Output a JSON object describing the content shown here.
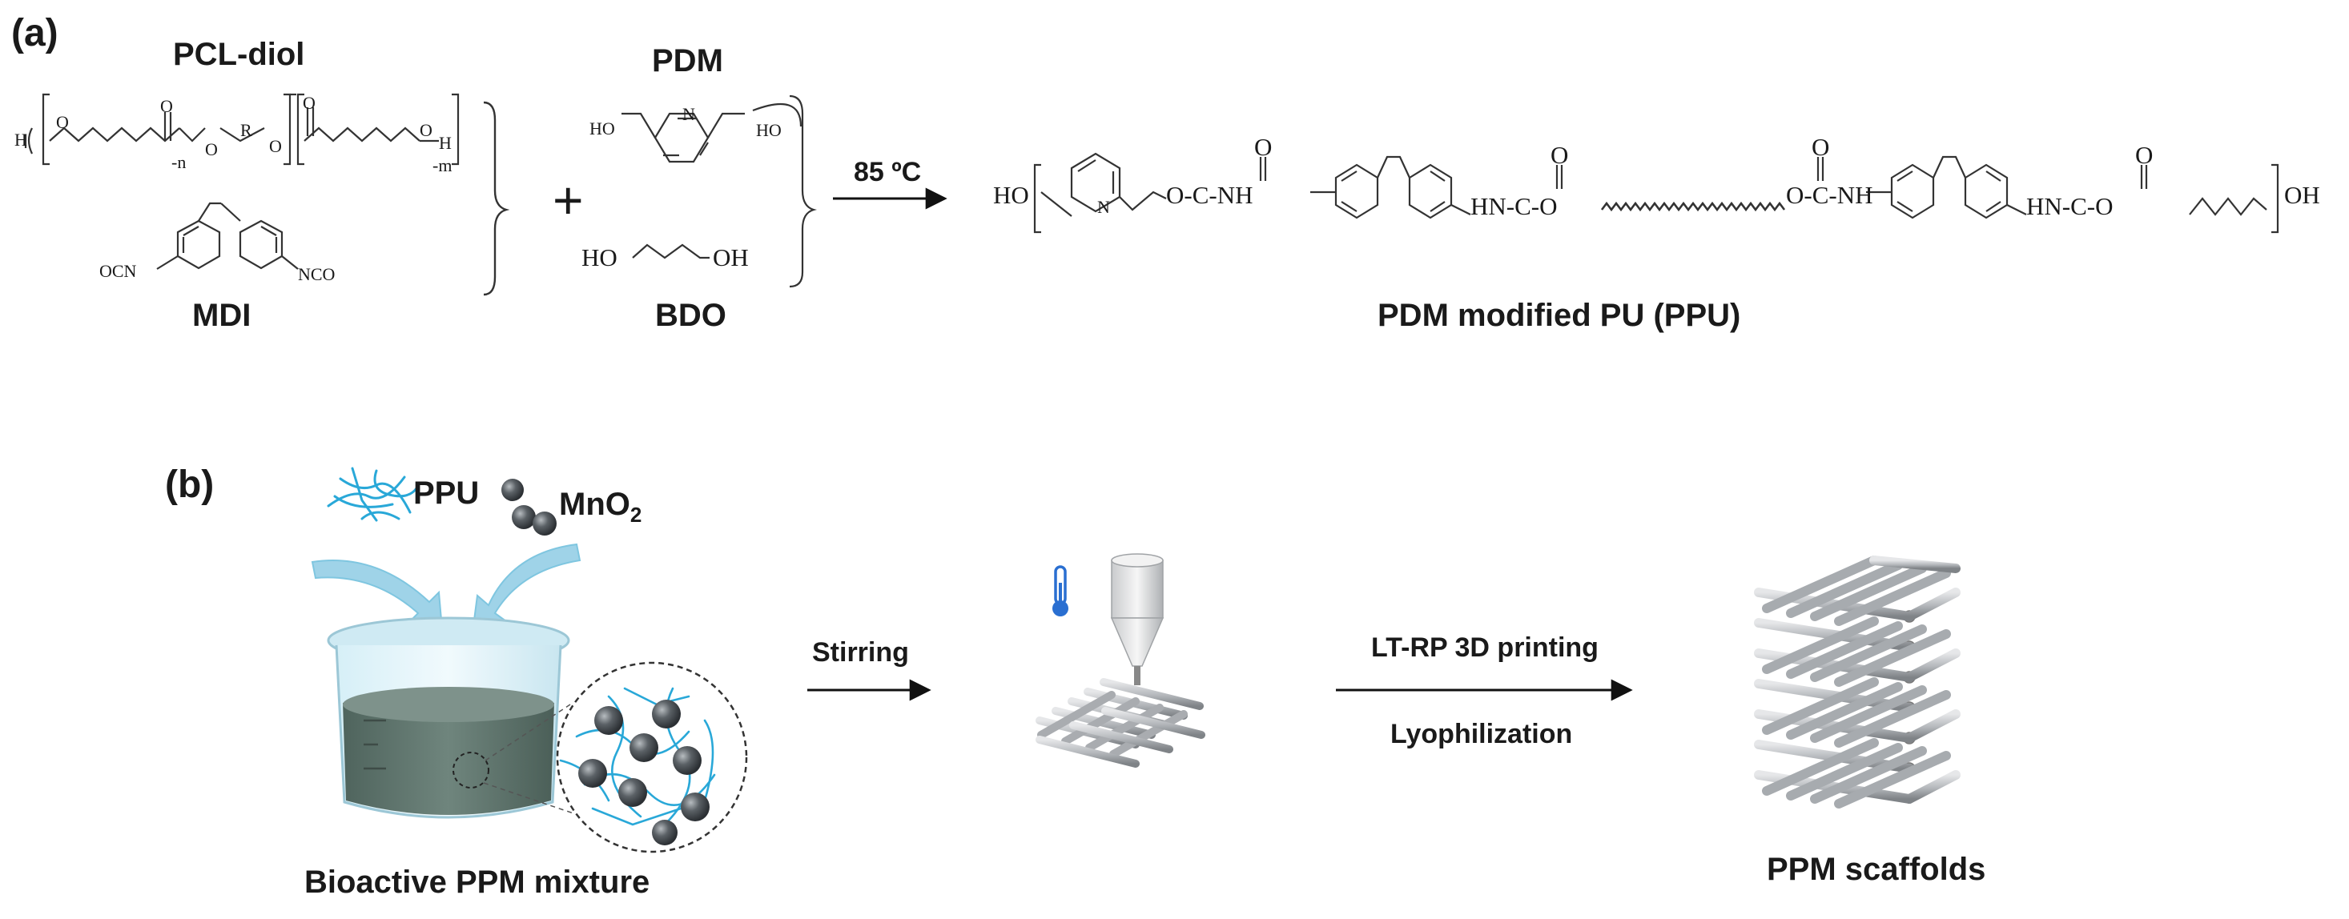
{
  "panel_a": {
    "tag": "(a)",
    "pcl_diol": {
      "name": "PCL-diol",
      "atoms": {
        "h_left": "H",
        "o1": "O",
        "o_carbonyl1": "O",
        "n_sub": "-n",
        "o2": "O",
        "r": "R",
        "o3": "O",
        "o_carbonyl2": "O",
        "o4": "O",
        "h_right": "H",
        "m_sub": "-m"
      }
    },
    "mdi": {
      "name": "MDI",
      "left_group": "OCN",
      "right_group": "NCO"
    },
    "plus": "+",
    "pdm": {
      "name": "PDM",
      "n_atom": "N",
      "left_oh": "HO",
      "right_oh": "HO"
    },
    "bdo": {
      "name": "BDO",
      "left_oh": "HO",
      "right_oh": "OH"
    },
    "condition": "85 ºC",
    "product": {
      "name": "PDM modified PU (PPU)",
      "segments": {
        "ho_start": "HO",
        "n_atom": "N",
        "urethane1": "O-C-NH",
        "carbonyl1": "O",
        "urethane2": "HN-C-O",
        "carbonyl2": "O",
        "urethane3": "O-C-NH",
        "carbonyl3": "O",
        "urethane4": "HN-C-O",
        "carbonyl4": "O",
        "oh_end": "OH"
      }
    }
  },
  "panel_b": {
    "tag": "(b)",
    "legend_ppu": "PPU",
    "legend_mno2": "MnO",
    "legend_mno2_sub": "2",
    "mixture_caption": "Bioactive PPM mixture",
    "step1": "Stirring",
    "step2_top": "LT-RP 3D printing",
    "step2_bottom": "Lyophilization",
    "scaffold_caption": "PPM scaffolds"
  },
  "colors": {
    "fiber_blue": "#29a8d8",
    "liquid": "#5f756d",
    "beaker_glass": "#cfeaf3",
    "arrow_blue": "#7fc6e0",
    "thermometer": "#2a6fd1",
    "particle": "#555b60",
    "scaffold_grey": "#b9bcc0"
  }
}
